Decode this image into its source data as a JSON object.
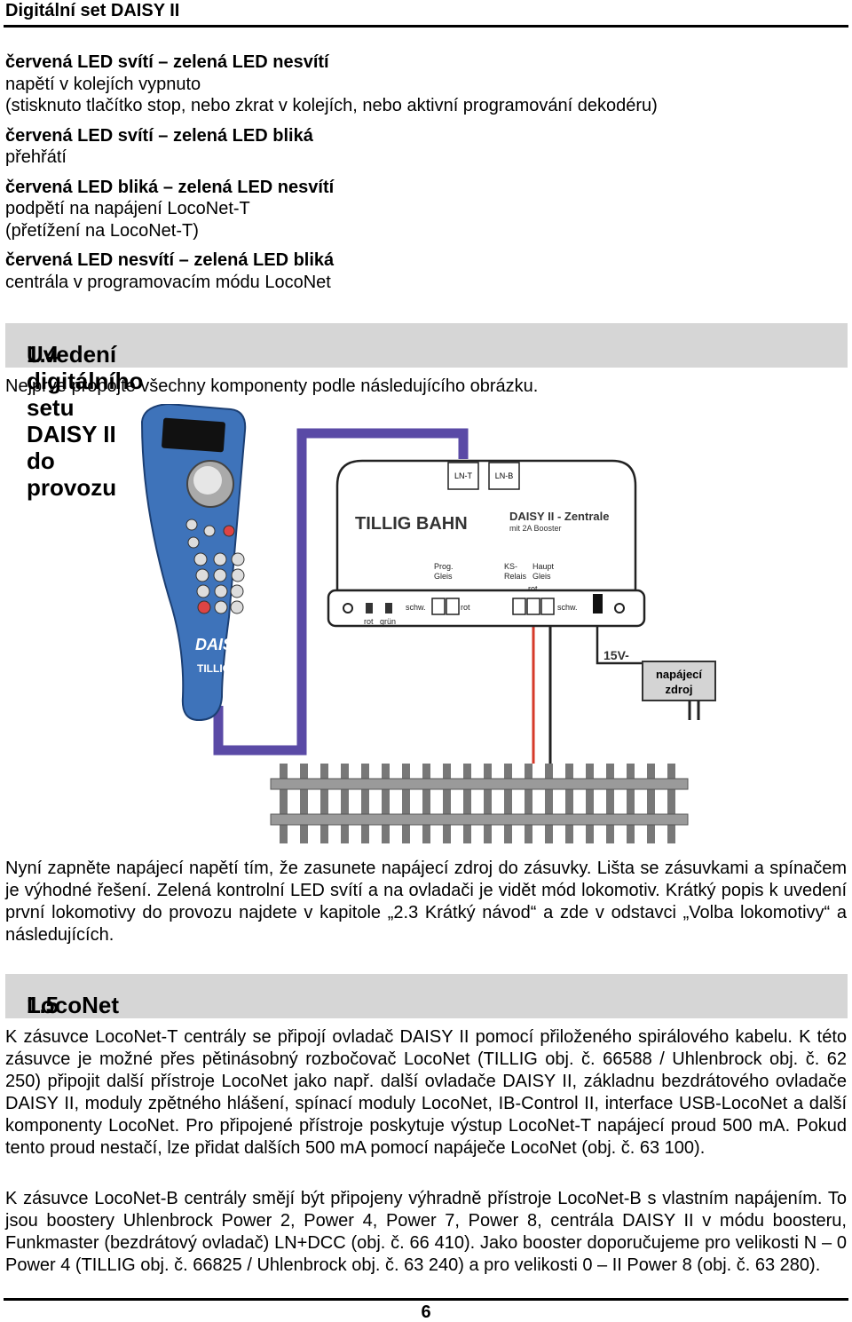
{
  "header": {
    "title": "Digitální set DAISY II"
  },
  "led_states": [
    {
      "title": "červená LED svítí – zelená LED nesvítí",
      "lines": [
        "napětí v kolejích vypnuto",
        "(stisknuto tlačítko stop, nebo zkrat v kolejích, nebo aktivní programování dekodéru)"
      ]
    },
    {
      "title": "červená LED svítí – zelená LED bliká",
      "lines": [
        "přehřátí"
      ]
    },
    {
      "title": "červená LED bliká – zelená LED nesvítí",
      "lines": [
        "podpětí na napájení LocoNet-T",
        "(přetížení na LocoNet-T)"
      ]
    },
    {
      "title": "červená LED nesvítí – zelená LED bliká",
      "lines": [
        "centrála v programovacím módu LocoNet"
      ]
    }
  ],
  "section_1_4": {
    "number": "1.4",
    "title": "Uvedení digitálního setu DAISY II do provozu"
  },
  "intro": "Nejprve propojte všechny komponenty podle následujícího obrázku.",
  "figure": {
    "controller_label": "DAISY II",
    "controller_brand": "TILLIG BAHN",
    "central_brand": "TILLIG BAHN",
    "central_title": "DAISY II - Zentrale",
    "central_subtitle": "mit 2A Booster",
    "port_lnt": "LN-T",
    "port_lnb": "LN-B",
    "label_prog": "Prog.",
    "label_gleis1": "Gleis",
    "label_ks": "KS-",
    "label_relais": "Relais",
    "label_haupt": "Haupt",
    "label_gleis2": "Gleis",
    "label_schw1": "schw.",
    "label_rot1": "rot",
    "label_rot2": "rot",
    "label_schw2": "schw.",
    "label_led_rot": "rot",
    "label_led_grun": "grün",
    "voltage": "15V-",
    "psu_line1": "napájecí",
    "psu_line2": "zdroj"
  },
  "p1": "Nyní zapněte napájecí napětí tím, že zasunete napájecí zdroj do zásuvky. Lišta se zásuvkami a spínačem je výhodné řešení. Zelená kontrolní LED svítí a na ovladači je vidět mód lokomotiv. Krátký popis k uvedení první lokomotivy do provozu najdete v kapitole „2.3 Krátký návod“ a zde v odstavci „Volba lokomotivy“ a následujících.",
  "section_1_5": {
    "number": "1.5",
    "title": "LocoNet"
  },
  "p2": "K zásuvce LocoNet-T centrály se připojí ovladač DAISY II pomocí přiloženého spirálového kabelu. K této zásuvce je možné přes pětinásobný rozbočovač LocoNet (TILLIG obj. č. 66588 / Uhlenbrock obj. č. 62 250) připojit další přístroje LocoNet jako např. další ovladače DAISY II, základnu bezdrátového ovladače DAISY II, moduly zpětného hlášení, spínací moduly LocoNet, IB-Control II, interface USB-LocoNet a další komponenty LocoNet. Pro připojené přístroje poskytuje výstup LocoNet-T napájecí proud 500 mA. Pokud tento proud nestačí, lze přidat dalších 500 mA pomocí napáječe LocoNet (obj. č. 63 100).",
  "p3": "K zásuvce LocoNet-B centrály smějí být připojeny výhradně přístroje LocoNet-B s vlastním napájením. To jsou boostery Uhlenbrock Power 2, Power 4, Power 7, Power 8, centrála DAISY II v módu boosteru, Funkmaster (bezdrátový ovladač) LN+DCC (obj. č. 66 410). Jako booster doporučujeme pro velikosti N – 0 Power 4 (TILLIG obj. č. 66825 / Uhlenbrock obj. č. 63 240) a pro velikosti 0 – II Power 8 (obj. č. 63 280).",
  "page_number": "6"
}
